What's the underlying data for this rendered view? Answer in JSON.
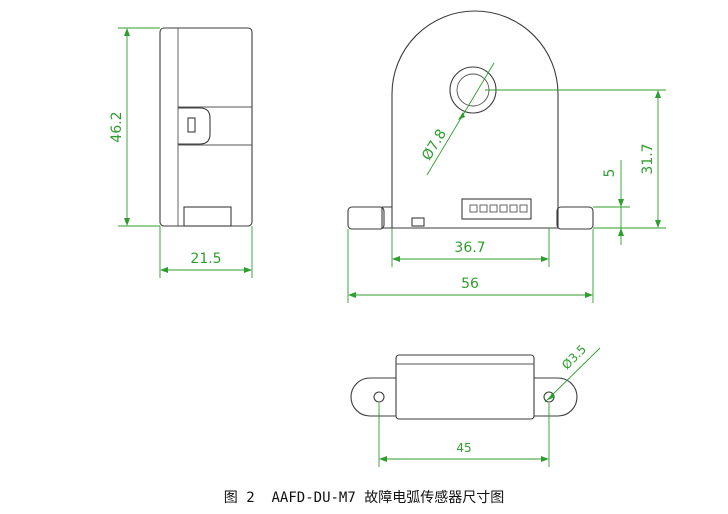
{
  "colors": {
    "outline": "#3c3c3c",
    "dimension": "#2e9e2e",
    "caption": "#111111"
  },
  "dimensions": {
    "side_height": "46.2",
    "side_width": "21.5",
    "hole_diameter": "Ø7.8",
    "hole_height": "31.7",
    "base_offset": "5",
    "body_width": "36.7",
    "total_width": "56",
    "mount_hole": "Ø3.5",
    "mount_spacing": "45"
  },
  "caption": {
    "figure": "图 2",
    "title": "AAFD-DU-M7 故障电弧传感器尺寸图"
  }
}
